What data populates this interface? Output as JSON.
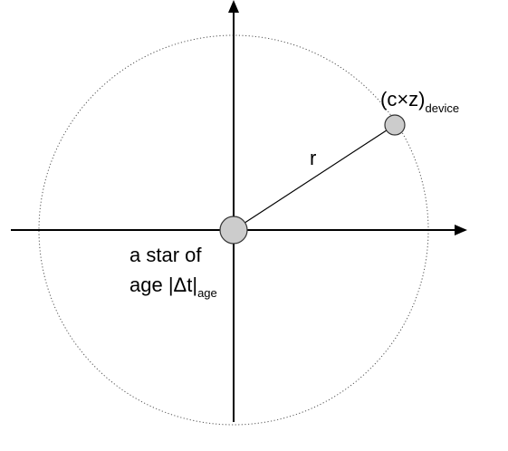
{
  "labels": {
    "device_main": "(c×z)",
    "device_sub": "device",
    "radius": "r",
    "star_line1": "a star of",
    "star_line2_main": "age |Δt|",
    "star_line2_sub": "age"
  },
  "colors": {
    "axis": "#000000",
    "circle_stroke": "#555555",
    "point_fill": "#cccccc",
    "point_stroke": "#333333",
    "background": "#ffffff"
  }
}
